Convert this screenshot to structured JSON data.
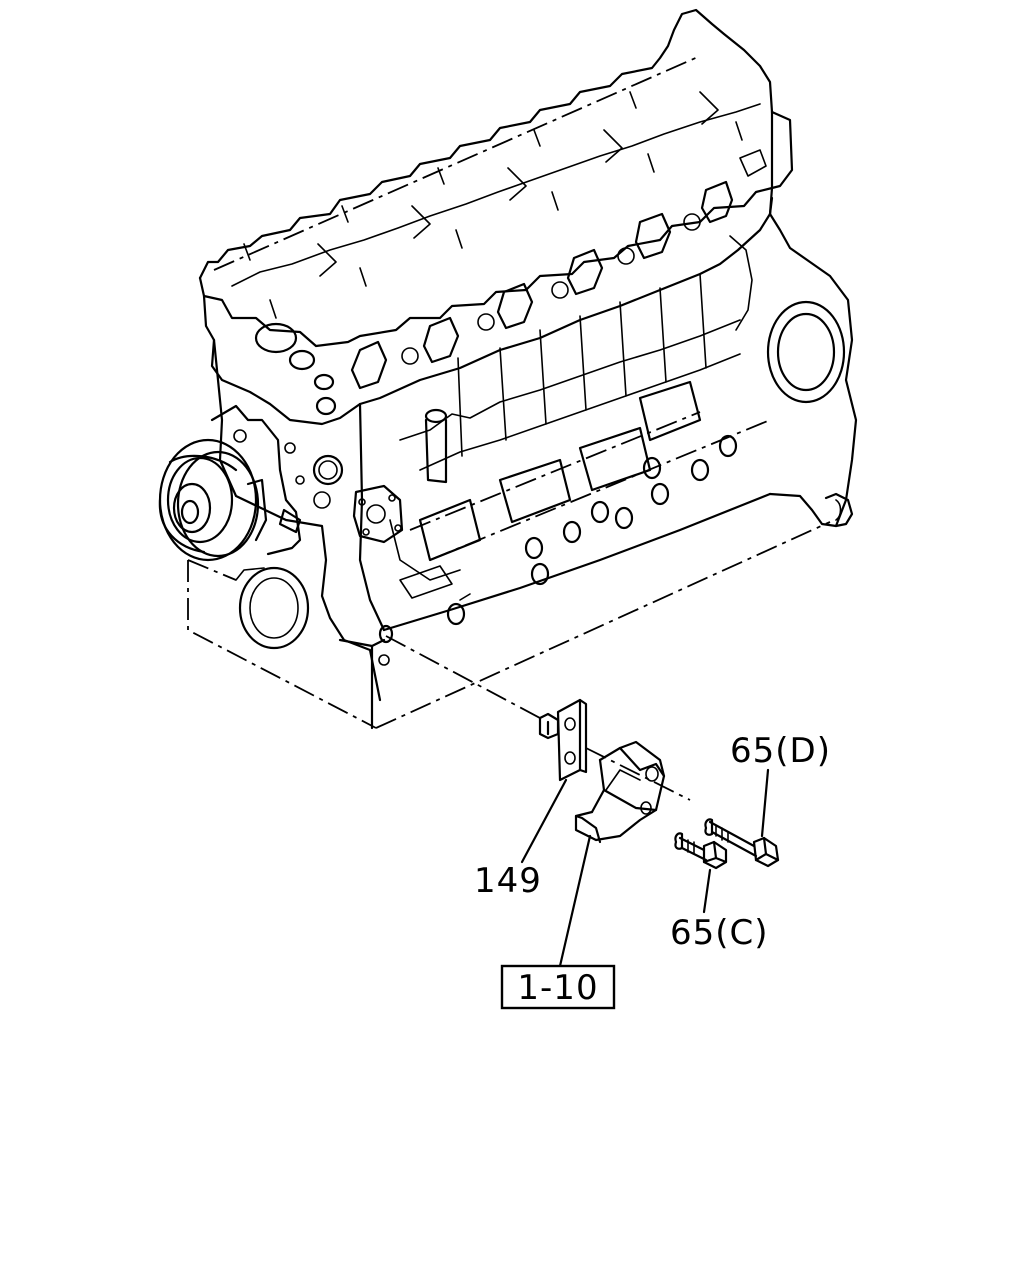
{
  "callouts": {
    "bolt_d": "65(D)",
    "bracket_plate": "149",
    "bolt_c": "65(C)",
    "reference": "1-10"
  }
}
